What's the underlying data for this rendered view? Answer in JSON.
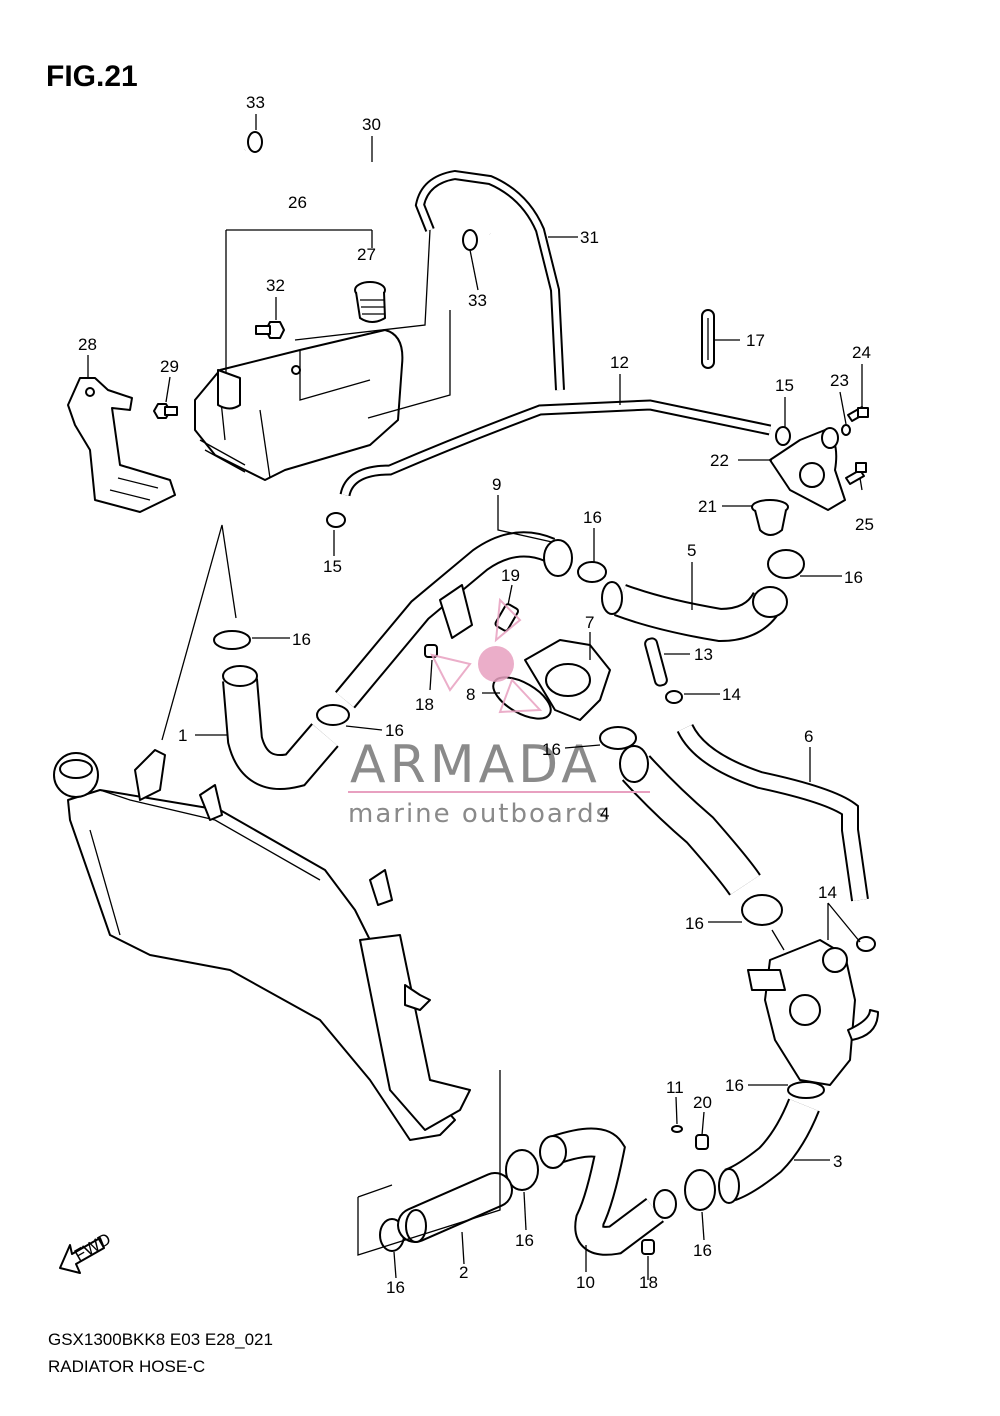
{
  "figure": {
    "title": "FIG.21"
  },
  "footer": {
    "model_code": "GSX1300BKK8 E03 E28_021",
    "diagram_name": "RADIATOR HOSE-C"
  },
  "watermark": {
    "brand": "ARMADA",
    "tagline": "marine outboards",
    "accent": "#e8a0c0",
    "text_color": "#8a8a8a"
  },
  "fwd_label": "FWD",
  "callouts": [
    "33",
    "30",
    "26",
    "27",
    "31",
    "32",
    "33",
    "28",
    "29",
    "17",
    "12",
    "24",
    "15",
    "23",
    "22",
    "21",
    "25",
    "15",
    "9",
    "16",
    "5",
    "16",
    "19",
    "7",
    "16",
    "13",
    "18",
    "8",
    "14",
    "1",
    "16",
    "16",
    "6",
    "4",
    "14",
    "16",
    "11",
    "20",
    "16",
    "3",
    "16",
    "10",
    "18",
    "16",
    "2",
    "16"
  ]
}
